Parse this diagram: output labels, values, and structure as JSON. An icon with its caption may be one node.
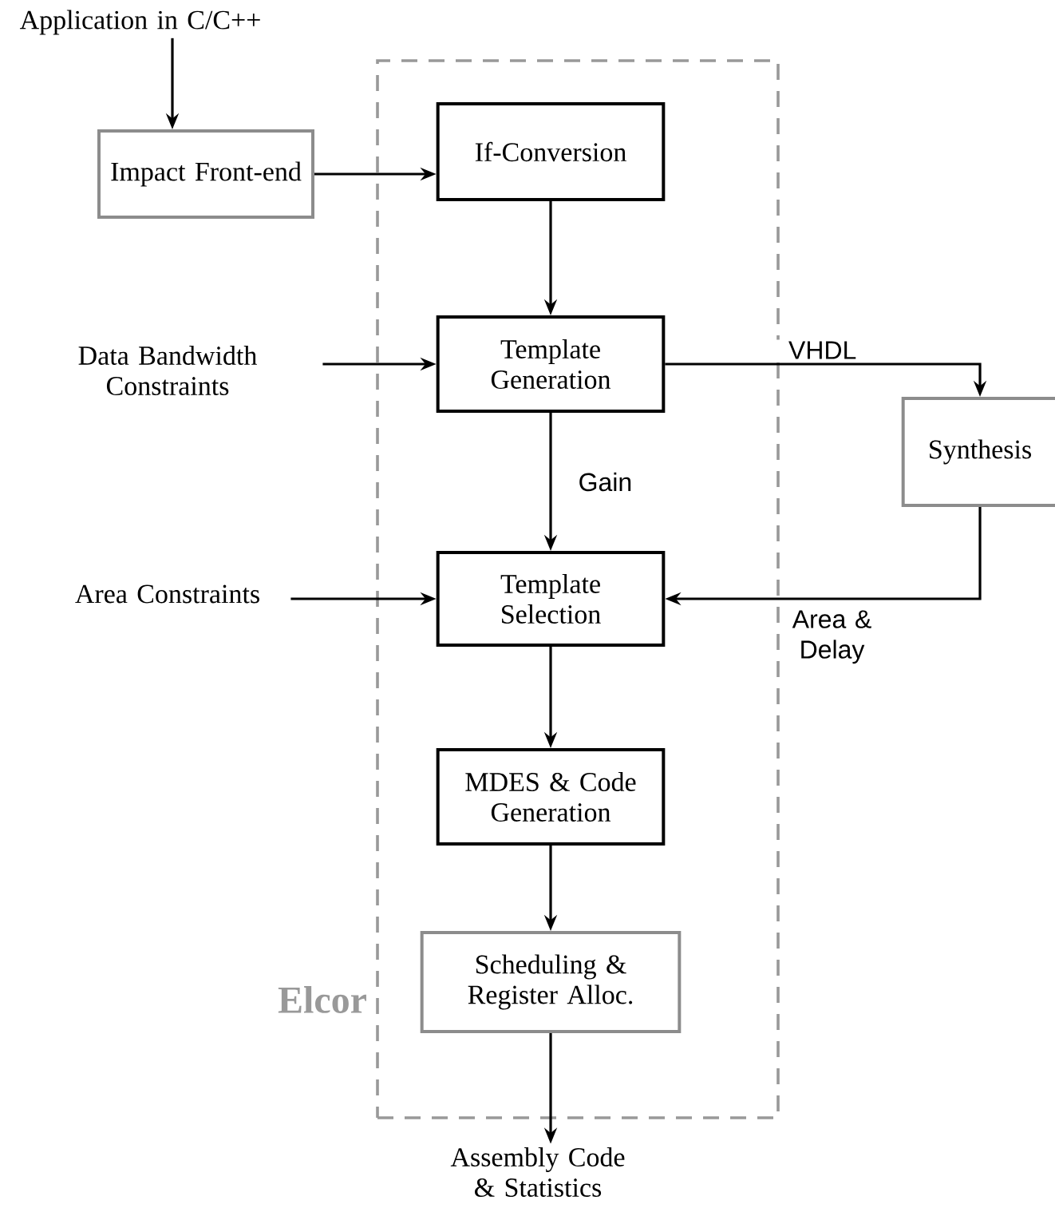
{
  "diagram": {
    "nodes": [
      {
        "text": [
          "Application in C/C++"
        ]
      },
      {
        "text": [
          "Impact Front-end"
        ]
      },
      {
        "text": [
          "Elcor"
        ]
      },
      {
        "text": [
          "If-Conversion"
        ],
        "in": 2
      },
      {
        "text": [
          "Template Generation"
        ],
        "in": 2
      },
      {
        "text": [
          "Template Selection"
        ],
        "in": 2
      },
      {
        "text": [
          "MDES & Code Generation"
        ],
        "in": 2
      },
      {
        "text": [
          "Scheduling & Register Alloc."
        ],
        "in": 2
      },
      {
        "text": [
          "Synthesis"
        ]
      },
      {
        "text": [
          "Data Bandwidth Constraints"
        ]
      },
      {
        "text": [
          "Area Constraints"
        ]
      },
      {
        "text": [
          "Assembly Code & Statistics"
        ]
      }
    ],
    "edges": [
      {
        "from": 0,
        "to": 1,
        "arrow": "to"
      },
      {
        "from": 1,
        "to": 3,
        "arrow": "to"
      },
      {
        "from": 3,
        "to": 4,
        "arrow": "to"
      },
      {
        "from": 4,
        "to": 5,
        "arrow": "to",
        "label": "Gain"
      },
      {
        "from": 4,
        "to": 8,
        "arrow": "to",
        "label": "VHDL"
      },
      {
        "from": 8,
        "to": 5,
        "arrow": "to",
        "label": "Area & Delay"
      },
      {
        "from": 9,
        "to": 4,
        "arrow": "to"
      },
      {
        "from": 10,
        "to": 5,
        "arrow": "to"
      },
      {
        "from": 5,
        "to": 6,
        "arrow": "to"
      },
      {
        "from": 6,
        "to": 7,
        "arrow": "to"
      },
      {
        "from": 7,
        "to": 11,
        "arrow": "to"
      }
    ]
  }
}
